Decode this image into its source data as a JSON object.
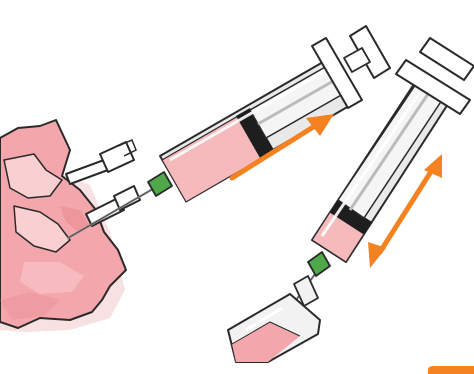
{
  "colors": {
    "background": "#ffffff",
    "outline": "#2a2a2a",
    "bag_fill": "#f3a7ac",
    "bag_highlight": "#f9cfd2",
    "bag_shadow": "#e98e96",
    "liquid_fill": "#f6b9bc",
    "syringe_barrel": "#e9e9e9",
    "syringe_highlight": "#ffffff",
    "plunger_stopper": "#1e1e1e",
    "needle_hub": "#4fa84a",
    "needle": "#8c8c8c",
    "vial_glass": "#f2f2f2",
    "arrow_accent": "#f58220"
  },
  "elements": {
    "iv_bag": "iv-bag",
    "port": "injection-port",
    "syringe_a": "syringe-drawing-from-bag",
    "syringe_b": "syringe-with-vial",
    "vial": "medication-vial",
    "arrow_a": "single-direction-arrow",
    "arrow_b": "double-direction-arrow"
  },
  "arrows": {
    "arrow_a_direction": "up-right",
    "arrow_b_direction": "both-ways"
  }
}
